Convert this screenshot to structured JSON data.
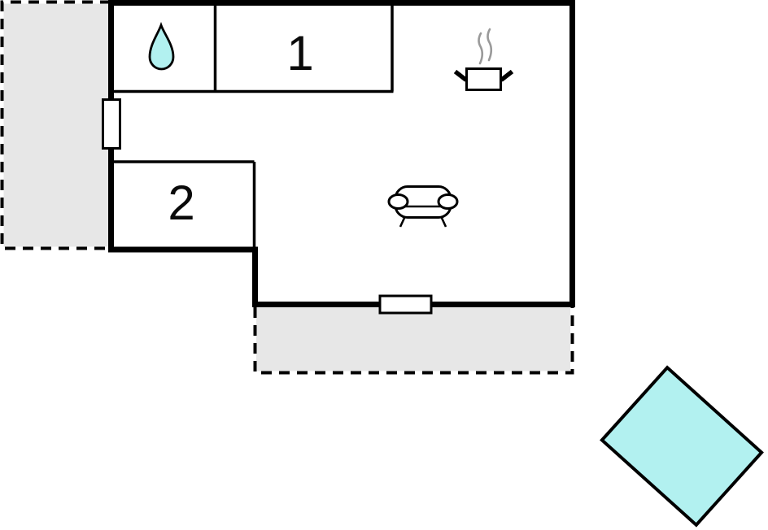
{
  "plan": {
    "type": "floor-plan",
    "rooms": {
      "room1": {
        "label": "1"
      },
      "room2": {
        "label": "2"
      }
    },
    "icons": {
      "bathroom": "water-drop-icon",
      "kitchen": "cooking-pot-icon",
      "living": "sofa-icon"
    },
    "colors": {
      "water": "#b2f1f0",
      "terrace": "#e7e7e7",
      "wall": "#000000",
      "steam": "#9a9a9a",
      "window": "#ffffff",
      "background": "#ffffff"
    }
  }
}
